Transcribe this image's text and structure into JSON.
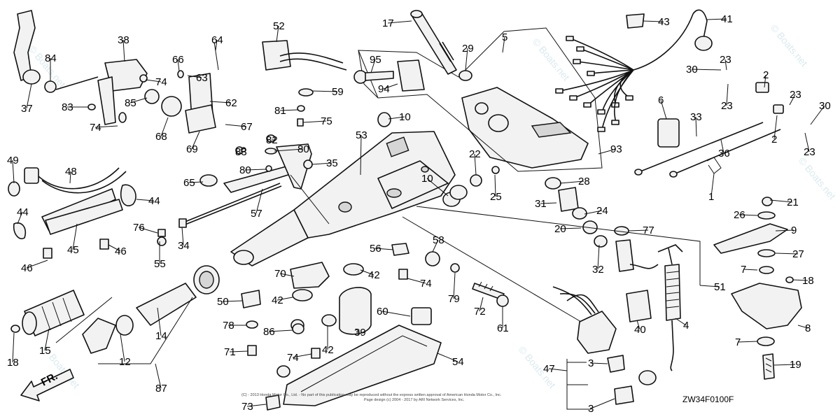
{
  "diagram": {
    "drawing_code": "ZW34F0100F",
    "front_label": "FR.",
    "copyright_line1": "(C) - 2013 Honda Motor Co., Ltd. - No part of this publication may be reproduced without the express written approval of American Honda Motor Co., Inc.",
    "copyright_line2": "Page design (c) 2004 - 2017 by ARI Network Services, Inc.",
    "watermark": "© Boats.net",
    "callouts": [
      {
        "id": "c1",
        "label": "37"
      },
      {
        "id": "c2",
        "label": "84"
      },
      {
        "id": "c3",
        "label": "83"
      },
      {
        "id": "c4",
        "label": "74"
      },
      {
        "id": "c5",
        "label": "38"
      },
      {
        "id": "c6",
        "label": "74"
      },
      {
        "id": "c7",
        "label": "85"
      },
      {
        "id": "c8",
        "label": "68"
      },
      {
        "id": "c9",
        "label": "66"
      },
      {
        "id": "c10",
        "label": "64"
      },
      {
        "id": "c11",
        "label": "63"
      },
      {
        "id": "c12",
        "label": "62"
      },
      {
        "id": "c13",
        "label": "67"
      },
      {
        "id": "c14",
        "label": "69"
      },
      {
        "id": "c15",
        "label": "52"
      },
      {
        "id": "c16",
        "label": "59"
      },
      {
        "id": "c17",
        "label": "81"
      },
      {
        "id": "c18",
        "label": "75"
      },
      {
        "id": "c19",
        "label": "82"
      },
      {
        "id": "c20",
        "label": "80"
      },
      {
        "id": "c21",
        "label": "83"
      },
      {
        "id": "c22",
        "label": "80"
      },
      {
        "id": "c23",
        "label": "35"
      },
      {
        "id": "c24",
        "label": "65"
      },
      {
        "id": "c25",
        "label": "57"
      },
      {
        "id": "c26",
        "label": "53"
      },
      {
        "id": "c27",
        "label": "49"
      },
      {
        "id": "c28",
        "label": "48"
      },
      {
        "id": "c29",
        "label": "44"
      },
      {
        "id": "c30",
        "label": "44"
      },
      {
        "id": "c31",
        "label": "45"
      },
      {
        "id": "c32",
        "label": "46"
      },
      {
        "id": "c33",
        "label": "46"
      },
      {
        "id": "c34",
        "label": "55"
      },
      {
        "id": "c35",
        "label": "76"
      },
      {
        "id": "c36",
        "label": "34"
      },
      {
        "id": "c37",
        "label": "17"
      },
      {
        "id": "c38",
        "label": "95"
      },
      {
        "id": "c39",
        "label": "94"
      },
      {
        "id": "c40",
        "label": "29"
      },
      {
        "id": "c41",
        "label": "5"
      },
      {
        "id": "c42",
        "label": "10"
      },
      {
        "id": "c43",
        "label": "10"
      },
      {
        "id": "c44",
        "label": "22"
      },
      {
        "id": "c45",
        "label": "25"
      },
      {
        "id": "c46",
        "label": "28"
      },
      {
        "id": "c47",
        "label": "93"
      },
      {
        "id": "c48",
        "label": "43"
      },
      {
        "id": "c49",
        "label": "41"
      },
      {
        "id": "c50",
        "label": "30"
      },
      {
        "id": "c51",
        "label": "23"
      },
      {
        "id": "c52",
        "label": "23"
      },
      {
        "id": "c53",
        "label": "2"
      },
      {
        "id": "c54",
        "label": "23"
      },
      {
        "id": "c55",
        "label": "30"
      },
      {
        "id": "c56",
        "label": "2"
      },
      {
        "id": "c57",
        "label": "23"
      },
      {
        "id": "c58",
        "label": "6"
      },
      {
        "id": "c59",
        "label": "33"
      },
      {
        "id": "c60",
        "label": "36"
      },
      {
        "id": "c61",
        "label": "1"
      },
      {
        "id": "c62",
        "label": "21"
      },
      {
        "id": "c63",
        "label": "26"
      },
      {
        "id": "c64",
        "label": "9"
      },
      {
        "id": "c65",
        "label": "27"
      },
      {
        "id": "c66",
        "label": "7"
      },
      {
        "id": "c67",
        "label": "18"
      },
      {
        "id": "c68",
        "label": "8"
      },
      {
        "id": "c69",
        "label": "7"
      },
      {
        "id": "c70",
        "label": "19"
      },
      {
        "id": "c71",
        "label": "31"
      },
      {
        "id": "c72",
        "label": "24"
      },
      {
        "id": "c73",
        "label": "20"
      },
      {
        "id": "c74",
        "label": "77"
      },
      {
        "id": "c75",
        "label": "32"
      },
      {
        "id": "c76",
        "label": "51"
      },
      {
        "id": "c77",
        "label": "4"
      },
      {
        "id": "c78",
        "label": "40"
      },
      {
        "id": "c79",
        "label": "58"
      },
      {
        "id": "c80",
        "label": "56"
      },
      {
        "id": "c81",
        "label": "74"
      },
      {
        "id": "c82",
        "label": "79"
      },
      {
        "id": "c83",
        "label": "72"
      },
      {
        "id": "c84",
        "label": "61"
      },
      {
        "id": "c85",
        "label": "70"
      },
      {
        "id": "c86",
        "label": "42"
      },
      {
        "id": "c87",
        "label": "42"
      },
      {
        "id": "c88",
        "label": "42"
      },
      {
        "id": "c89",
        "label": "39"
      },
      {
        "id": "c90",
        "label": "60"
      },
      {
        "id": "c91",
        "label": "50"
      },
      {
        "id": "c92",
        "label": "78"
      },
      {
        "id": "c93",
        "label": "71"
      },
      {
        "id": "c94",
        "label": "86"
      },
      {
        "id": "c95",
        "label": "74"
      },
      {
        "id": "c96",
        "label": "54"
      },
      {
        "id": "c97",
        "label": "73"
      },
      {
        "id": "c98",
        "label": "15"
      },
      {
        "id": "c99",
        "label": "18"
      },
      {
        "id": "c100",
        "label": "12"
      },
      {
        "id": "c101",
        "label": "14"
      },
      {
        "id": "c102",
        "label": "87"
      },
      {
        "id": "c103",
        "label": "47"
      },
      {
        "id": "c104",
        "label": "3"
      },
      {
        "id": "c105",
        "label": "3"
      }
    ]
  }
}
